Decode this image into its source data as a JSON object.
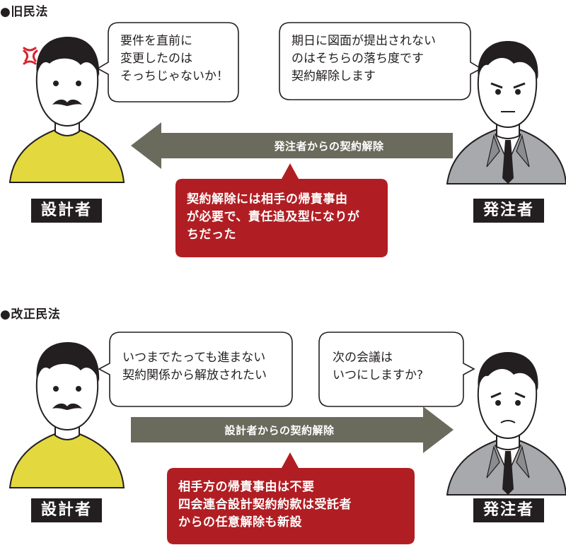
{
  "sections": {
    "old": {
      "title": "●旧民法",
      "designer_speech": "要件を直前に\n変更したのは\nそっちじゃないか！",
      "client_speech": "期日に図面が提出されない\nのはそちらの落ち度です\n契約解除します",
      "arrow_label": "発注者からの契約解除",
      "note": "契約解除には相手の帰責事由\nが必要で、責任追及型になりが\nちだった",
      "designer_label": "設計者",
      "client_label": "発注者"
    },
    "new": {
      "title": "●改正民法",
      "designer_speech": "いつまでたっても進まない\n契約関係から解放されたい",
      "client_speech": "次の会議は\nいつにしますか?",
      "arrow_label": "設計者からの契約解除",
      "note": "相手方の帰責事由は不要\n四会連合設計契約約款は受託者\nからの任意解除も新設",
      "designer_label": "設計者",
      "client_label": "発注者"
    }
  },
  "colors": {
    "arrow": "#6b6b5d",
    "note_box": "#b01e23",
    "designer_shirt": "#e3d93f",
    "suit": "#a7a9ac",
    "anger_mark": "#d9232e"
  },
  "icons": [
    "anger-icon"
  ]
}
